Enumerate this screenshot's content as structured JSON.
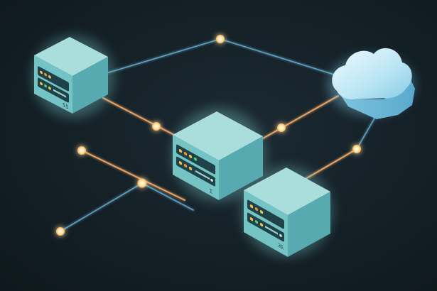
{
  "scene": {
    "servers": [
      {
        "id": "server-left",
        "label": "55"
      },
      {
        "id": "server-center",
        "label": "Σ"
      },
      {
        "id": "server-right",
        "label": "3Σ"
      }
    ],
    "cloud": {
      "id": "cloud"
    },
    "colors": {
      "background": "#132026",
      "server_top": "#a9dedd",
      "server_left": "#74c4c6",
      "server_right": "#57aab0",
      "blue_link": "#5f9fbf",
      "orange_link": "#e7a063",
      "node_glow": "#ffe9b0",
      "cloud_light": "#e6f6fb",
      "cloud_dark": "#8fd0e8"
    },
    "icons": [
      "server-icon",
      "cloud-icon",
      "network-node-icon"
    ]
  }
}
